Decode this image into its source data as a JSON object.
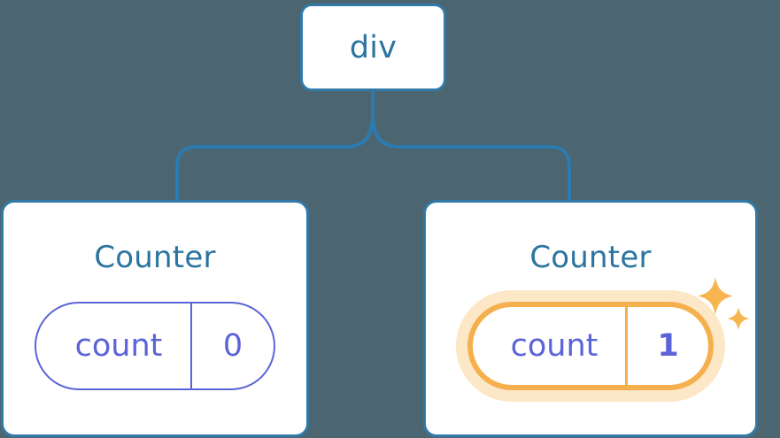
{
  "diagram": {
    "type": "component-tree",
    "background_color": "#4b6671",
    "accent_color": "#3279a8",
    "state_color": "#5c63d8",
    "highlight_color": "#f5b04d",
    "highlight_glow_color": "#fbdfb4",
    "root": {
      "label": "div"
    },
    "children": [
      {
        "title": "Counter",
        "state": {
          "key": "count",
          "value": "0"
        },
        "highlighted": false
      },
      {
        "title": "Counter",
        "state": {
          "key": "count",
          "value": "1"
        },
        "highlighted": true
      }
    ],
    "icons": {
      "sparkle_large": "sparkle-icon",
      "sparkle_small": "sparkle-icon"
    }
  }
}
